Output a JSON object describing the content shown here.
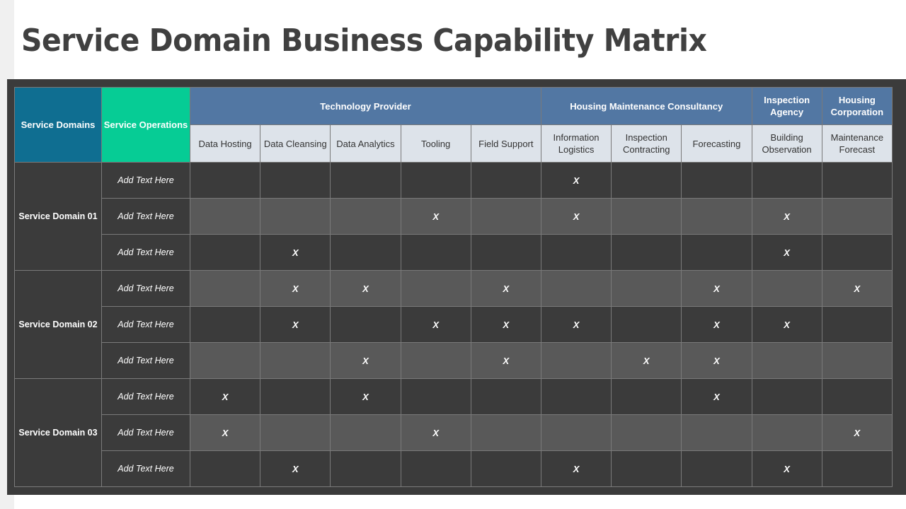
{
  "title": "Service Domain Business Capability Matrix",
  "headers": {
    "domains": "Service Domains",
    "operations": "Service Operations",
    "groups": [
      {
        "label": "Technology Provider",
        "span": 5
      },
      {
        "label": "Housing Maintenance Consultancy",
        "span": 3
      },
      {
        "label": "Inspection Agency",
        "span": 1
      },
      {
        "label": "Housing Corporation",
        "span": 1
      }
    ],
    "columns": [
      "Data Hosting",
      "Data Cleansing",
      "Data Analytics",
      "Tooling",
      "Field Support",
      "Information Logistics",
      "Inspection Contracting",
      "Forecasting",
      "Building Observation",
      "Maintenance Forecast"
    ]
  },
  "mark": "X",
  "domains": [
    {
      "label": "Service Domain 01",
      "rows": [
        {
          "op": "Add Text Here",
          "marks": [
            5
          ]
        },
        {
          "op": "Add Text Here",
          "marks": [
            3,
            5,
            8
          ]
        },
        {
          "op": "Add Text Here",
          "marks": [
            1,
            8
          ]
        }
      ]
    },
    {
      "label": "Service Domain 02",
      "rows": [
        {
          "op": "Add Text Here",
          "marks": [
            1,
            2,
            4,
            7,
            9
          ]
        },
        {
          "op": "Add Text Here",
          "marks": [
            1,
            3,
            4,
            5,
            7,
            8
          ]
        },
        {
          "op": "Add Text Here",
          "marks": [
            2,
            4,
            6,
            7
          ]
        }
      ]
    },
    {
      "label": "Service Domain 03",
      "rows": [
        {
          "op": "Add Text Here",
          "marks": [
            0,
            2,
            7
          ]
        },
        {
          "op": "Add Text Here",
          "marks": [
            0,
            3,
            9
          ]
        },
        {
          "op": "Add Text Here",
          "marks": [
            1,
            5,
            8
          ]
        }
      ]
    }
  ]
}
